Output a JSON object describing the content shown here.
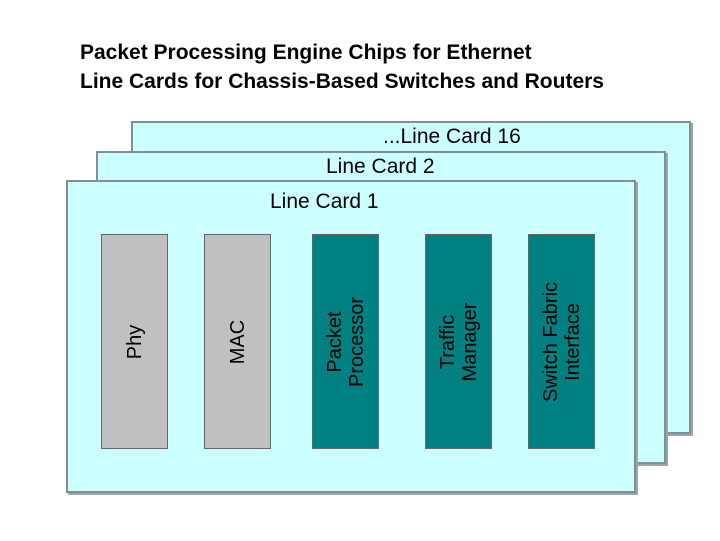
{
  "title": {
    "line1": "Packet Processing Engine Chips for Ethernet",
    "line2": "Line Cards for Chassis-Based Switches and Routers"
  },
  "cards": {
    "card16": "...Line Card 16",
    "card2": "Line Card 2",
    "card1": "Line Card 1"
  },
  "blocks": {
    "phy": {
      "lines": [
        "Phy"
      ],
      "color": "#c0c0c0"
    },
    "mac": {
      "lines": [
        "MAC"
      ],
      "color": "#c0c0c0"
    },
    "packet_processor": {
      "lines": [
        "Packet",
        "Processor"
      ],
      "color": "#008080"
    },
    "traffic_manager": {
      "lines": [
        "Traffic",
        "Manager"
      ],
      "color": "#008080"
    },
    "switch_fabric_interface": {
      "lines": [
        "Switch Fabric",
        "Interface"
      ],
      "color": "#008080"
    }
  },
  "colors": {
    "card_fill": "#ccffff",
    "card_border": "#7f8f94"
  }
}
